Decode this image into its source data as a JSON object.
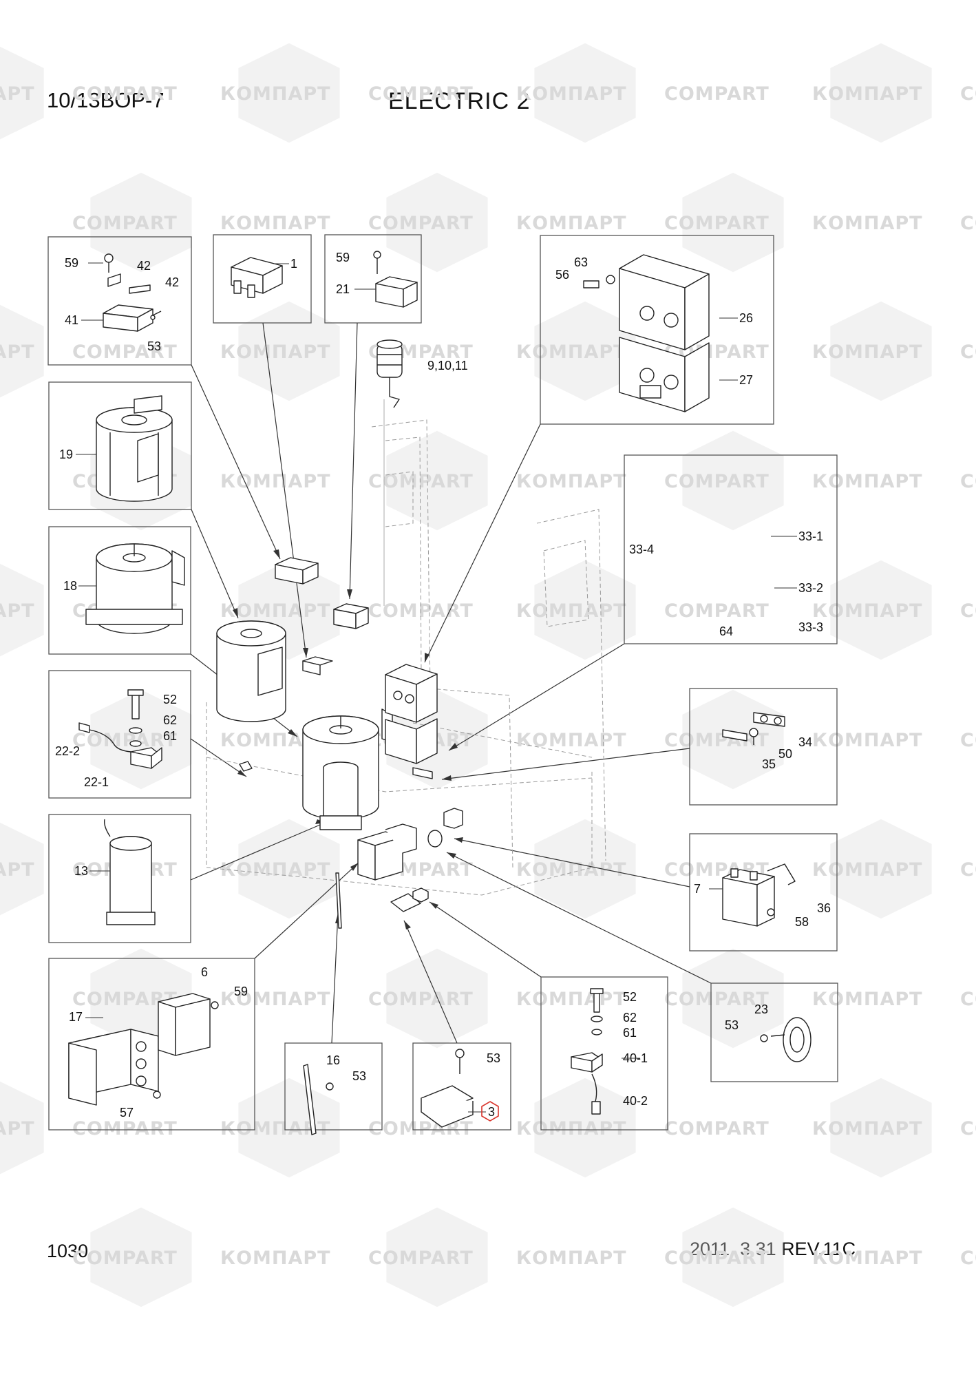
{
  "header": {
    "model": "10/13BOP-7",
    "title": "ELECTRIC 2"
  },
  "footer": {
    "page": "1030",
    "date_rev": "2011. 3.31  REV.11C"
  },
  "watermark": {
    "texts": [
      "КОМПАРТ",
      "COMPART"
    ],
    "color": "#d9d9d9"
  },
  "parts": {
    "p59a": "59",
    "p42a": "42",
    "p42b": "42",
    "p41": "41",
    "p53a": "53",
    "p1": "1",
    "p59b": "59",
    "p21": "21",
    "p9_10_11": "9,10,11",
    "p63": "63",
    "p56": "56",
    "p26": "26",
    "p27": "27",
    "p19": "19",
    "p18": "18",
    "p33_1": "33-1",
    "p33_4": "33-4",
    "p33_2": "33-2",
    "p64": "64",
    "p33_3": "33-3",
    "p52a": "52",
    "p62a": "62",
    "p61a": "61",
    "p22_2": "22-2",
    "p22_1": "22-1",
    "p34": "34",
    "p50": "50",
    "p35": "35",
    "p13": "13",
    "p7": "7",
    "p36": "36",
    "p58": "58",
    "p6": "6",
    "p59c": "59",
    "p17": "17",
    "p57": "57",
    "p16": "16",
    "p53b": "53",
    "p53c": "53",
    "p3": "3",
    "p52b": "52",
    "p62b": "62",
    "p61b": "61",
    "p40_1": "40-1",
    "p40_2": "40-2",
    "p23": "23",
    "p53d": "53"
  }
}
